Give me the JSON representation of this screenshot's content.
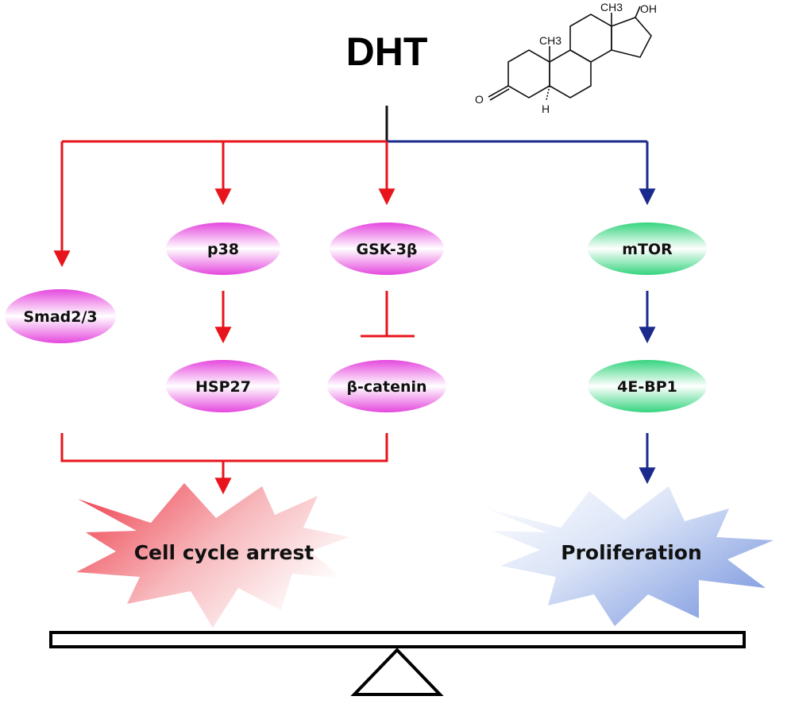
{
  "title": "DHT",
  "molecule": {
    "labels": {
      "ch3_upper": "CH3",
      "oh": "OH",
      "ch3_lower": "CH3",
      "ketone_o": "O",
      "h": "H"
    }
  },
  "nodes": {
    "smad": "Smad2/3",
    "p38": "p38",
    "gsk": "GSK-3β",
    "mtor": "mTOR",
    "hsp27": "HSP27",
    "bcatenin": "β-catenin",
    "ebp1": "4E-BP1"
  },
  "outcomes": {
    "arrest": "Cell cycle arrest",
    "proliferation": "Proliferation"
  },
  "colors": {
    "red_pathway": "#e8141b",
    "blue_pathway": "#1a2a8c",
    "trunk": "#111111",
    "pink_node_edge": "#e040d8",
    "green_node_edge": "#2fd07a",
    "arrest_burst": "#f0606a",
    "proliferation_burst": "#8fa8e6"
  }
}
